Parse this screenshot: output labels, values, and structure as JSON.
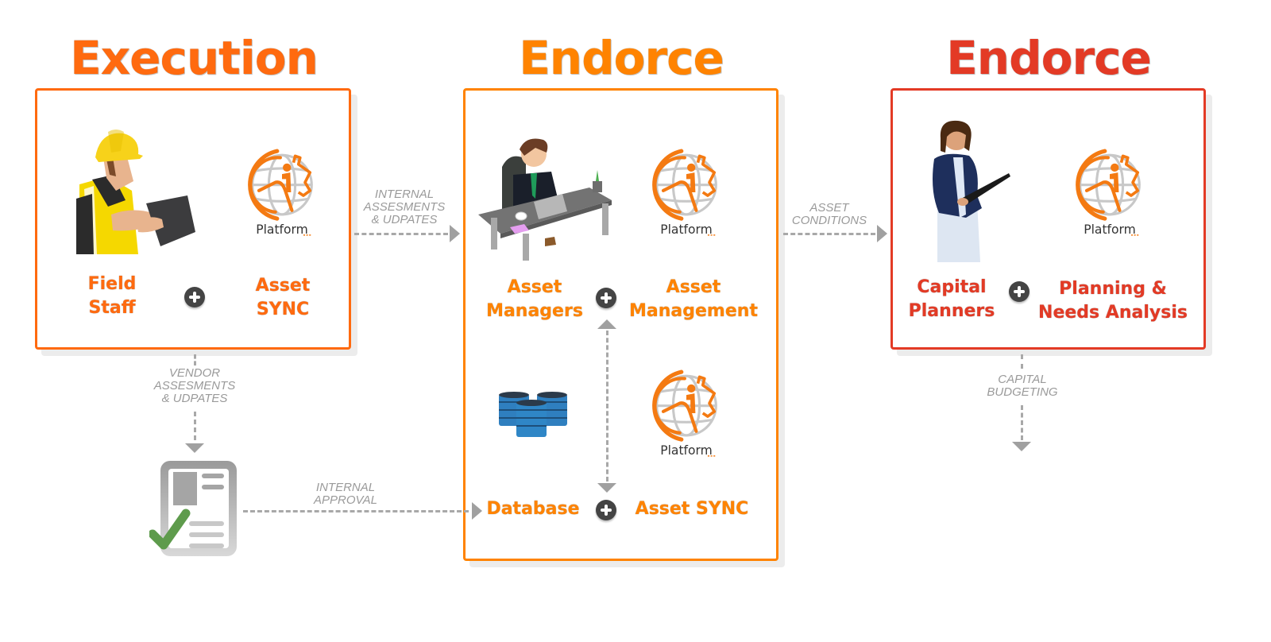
{
  "colors": {
    "execution": "#ff6a0f",
    "endorce_mid": "#ff8300",
    "endorce_right": "#e33a25",
    "arrow_gray": "#a0a0a0",
    "flow_text": "#9a9a9a"
  },
  "stages": [
    {
      "title": "Execution",
      "role": {
        "line1": "Field",
        "line2": "Staff",
        "icon": "construction-worker-icon"
      },
      "tool": {
        "line1": "Asset",
        "line2": "SYNC",
        "icon": "platform-logo-icon",
        "logo_text": "Platform"
      }
    },
    {
      "title": "Endorce",
      "role": {
        "line1": "Asset",
        "line2": "Managers",
        "icon": "office-worker-desk-icon"
      },
      "tool": {
        "line1": "Asset",
        "line2": "Management",
        "icon": "platform-logo-icon",
        "logo_text": "Platform"
      },
      "bottom_role": {
        "label": "Database",
        "icon": "database-icon"
      },
      "bottom_tool": {
        "label": "Asset SYNC",
        "icon": "platform-logo-icon",
        "logo_text": "Platform"
      }
    },
    {
      "title": "Endorce",
      "role": {
        "line1": "Capital",
        "line2": "Planners",
        "icon": "businesswoman-icon"
      },
      "tool": {
        "line1": "Planning &",
        "line2": "Needs Analysis",
        "icon": "platform-logo-icon",
        "logo_text": "Platform"
      }
    }
  ],
  "flows": {
    "internal_assessments": [
      "INTERNAL",
      "ASSESMENTS",
      "&  UDPATES"
    ],
    "asset_conditions": [
      "ASSET",
      "CONDITIONS"
    ],
    "vendor_assessments": [
      "VENDOR",
      "ASSESMENTS",
      "&  UDPATES"
    ],
    "internal_approval": [
      "INTERNAL",
      "APPROVAL"
    ],
    "capital_budgeting": [
      "CAPITAL",
      "BUDGETING"
    ]
  },
  "approval_icon": "approved-document-icon"
}
